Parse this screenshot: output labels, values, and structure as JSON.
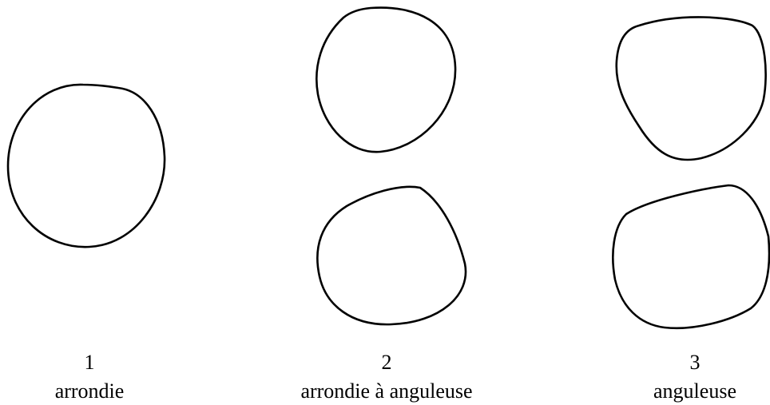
{
  "figure": {
    "stroke_color": "#000000",
    "background_color": "#ffffff",
    "categories": [
      {
        "number": "1",
        "name": "arrondie",
        "outline_count": 1
      },
      {
        "number": "2",
        "name": "arrondie à anguleuse",
        "outline_count": 2
      },
      {
        "number": "3",
        "name": "anguleuse",
        "outline_count": 2
      }
    ]
  }
}
